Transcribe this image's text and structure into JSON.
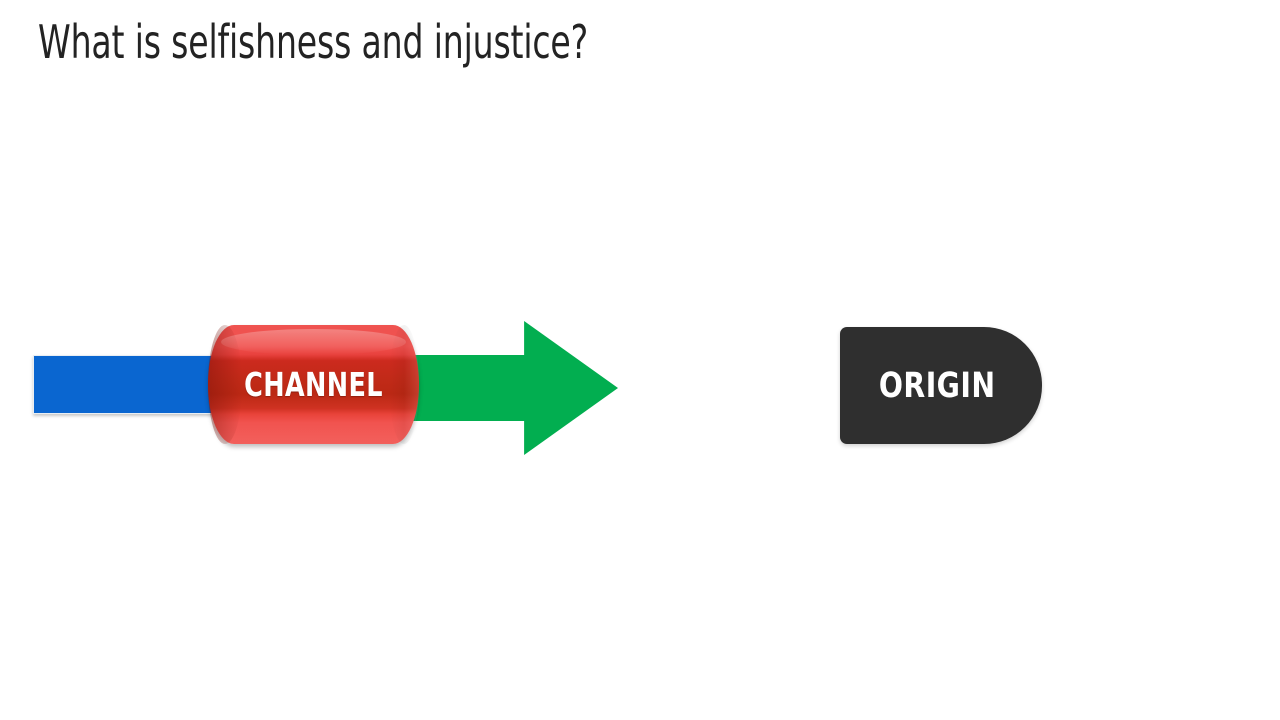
{
  "slide": {
    "background_color": "#ffffff",
    "title": "What is selfishness and injustice?",
    "title_color": "#232323"
  },
  "diagram": {
    "type": "process-flow",
    "shapes": [
      {
        "name": "source-bar",
        "shape": "rectangle",
        "label": "",
        "color": "#0a66d0"
      },
      {
        "name": "channel-cylinder",
        "shape": "cylinder",
        "label": "CHANNEL",
        "label_color": "#ffffff",
        "color": "#c12a18",
        "highlight_color": "#f0504d"
      },
      {
        "name": "flow-arrow",
        "shape": "right-arrow",
        "label": "",
        "color": "#02ae50"
      },
      {
        "name": "origin-block",
        "shape": "rounded-rectangle",
        "label": "ORIGIN",
        "label_color": "#ffffff",
        "color": "#2f2f2f"
      }
    ],
    "blue_bar_label": "",
    "channel_label": "CHANNEL",
    "origin_label": "ORIGIN"
  }
}
